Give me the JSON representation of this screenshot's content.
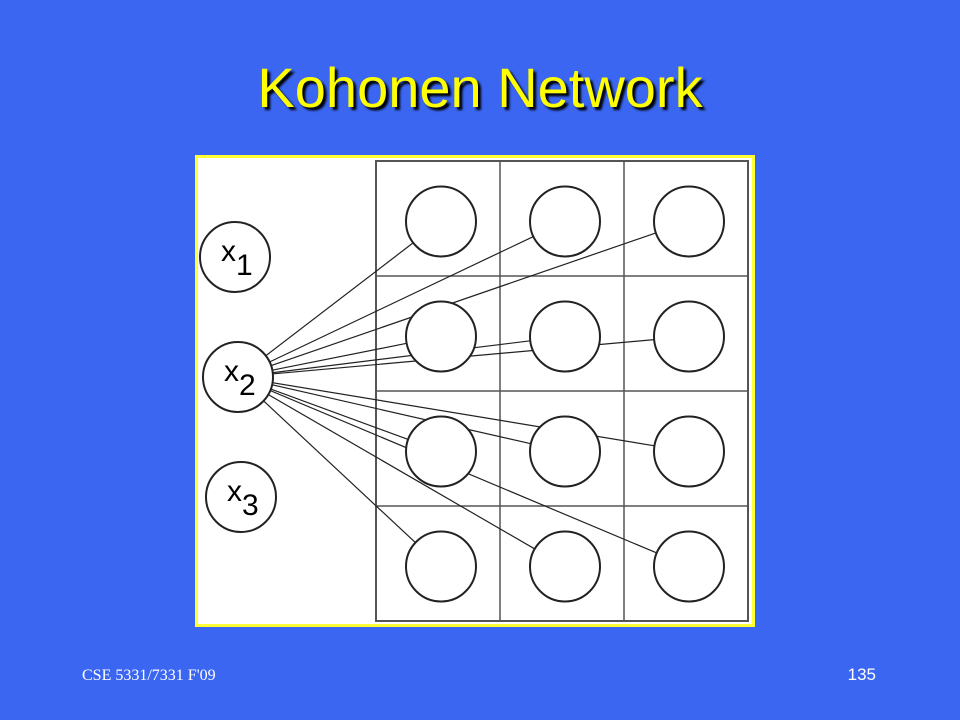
{
  "slide": {
    "title": "Kohonen Network",
    "footer_course": "CSE 5331/7331 F'09",
    "page_number": "135"
  },
  "diagram": {
    "inputs": [
      {
        "var": "x",
        "sub": "1"
      },
      {
        "var": "x",
        "sub": "2"
      },
      {
        "var": "x",
        "sub": "3"
      }
    ],
    "grid_rows": 4,
    "grid_cols": 3,
    "connected_input": 2,
    "colors": {
      "frame": "#ffff33",
      "background": "#3a66f2",
      "title": "#ffff00"
    }
  }
}
